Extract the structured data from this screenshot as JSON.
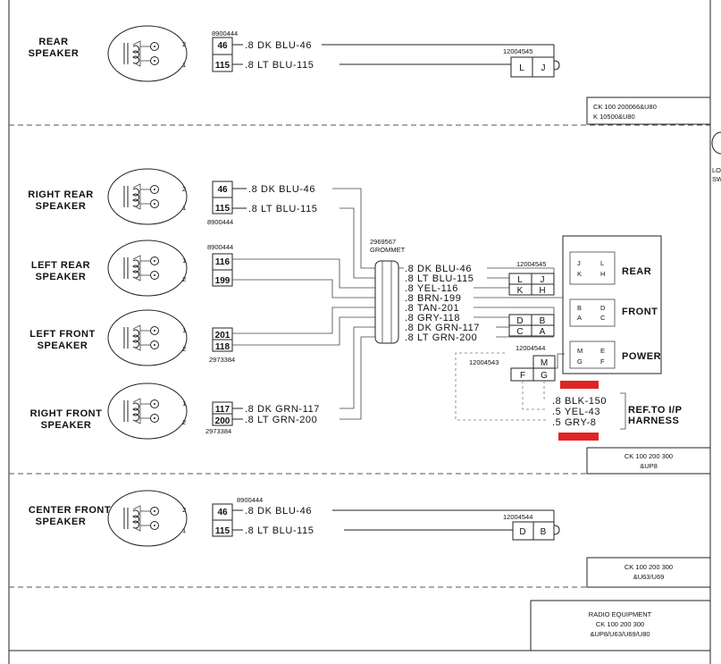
{
  "sections": [
    {
      "speakers": [
        {
          "label_1": "REAR",
          "label_2": "SPEAKER"
        }
      ],
      "part_numbers": [
        "8900444",
        "12004545"
      ],
      "wires": [
        {
          "circuit": "46",
          "label": ".8 DK BLU-46"
        },
        {
          "circuit": "115",
          "label": ".8 LT BLU-115"
        }
      ],
      "pins": [
        "L",
        "J"
      ],
      "terminal_numbers": [
        "2",
        "1"
      ],
      "config_lines": [
        "CK 100 200066&U80",
        "K 10500&U80"
      ]
    },
    {
      "speakers": [
        {
          "label_1": "RIGHT REAR",
          "label_2": "SPEAKER"
        },
        {
          "label_1": "LEFT REAR",
          "label_2": "SPEAKER"
        },
        {
          "label_1": "LEFT FRONT",
          "label_2": "SPEAKER"
        },
        {
          "label_1": "RIGHT FRONT",
          "label_2": "SPEAKER"
        }
      ],
      "part_numbers": [
        "8900444",
        "8900444",
        "2973384",
        "2973384",
        "2969567",
        "GROMMET",
        "12004545",
        "12004544",
        "12004543"
      ],
      "circuits": [
        "46",
        "115",
        "116",
        "199",
        "201",
        "118",
        "117",
        "200"
      ],
      "wires_left": [
        ".8 DK BLU-46",
        ".8 LT BLU-115",
        ".8 DK GRN-117",
        ".8 LT GRN-200"
      ],
      "bundle_wires": [
        ".8 DK BLU-46",
        ".8 LT BLU-115",
        ".8 YEL-116",
        ".8 BRN-199",
        ".8 TAN-201",
        ".8 GRY-118",
        ".8 DK GRN-117",
        ".8 LT GRN-200"
      ],
      "pins": [
        "L",
        "J",
        "K",
        "H",
        "D",
        "B",
        "C",
        "A",
        "M",
        "F",
        "G"
      ],
      "terminal_numbers": [
        "2",
        "1",
        "1",
        "2",
        "1",
        "2",
        "1",
        "2"
      ],
      "radio_groups": [
        "REAR",
        "FRONT",
        "POWER"
      ],
      "radio_pins": [
        "J",
        "L",
        "K",
        "H",
        "B",
        "D",
        "A",
        "C",
        "M",
        "E",
        "G",
        "F"
      ],
      "ip_wires": [
        ".8 BLK-150",
        ".5 YEL-43",
        ".5 GRY-8"
      ],
      "ref_label_1": "REF.TO I/P",
      "ref_label_2": "HARNESS",
      "config_lines": [
        "CK 100 200 300",
        "&UP8"
      ],
      "edge_text": [
        "LO",
        "SW"
      ],
      "highlight_color": "#e02424"
    },
    {
      "speakers": [
        {
          "label_1": "CENTER FRONT",
          "label_2": "SPEAKER"
        }
      ],
      "part_numbers": [
        "8900444",
        "12004544"
      ],
      "wires": [
        {
          "circuit": "46",
          "label": ".8 DK BLU-46"
        },
        {
          "circuit": "115",
          "label": ".8 LT BLU-115"
        }
      ],
      "pins": [
        "D",
        "B"
      ],
      "terminal_numbers": [
        "2",
        "1"
      ],
      "config_lines": [
        "CK 100 200 300",
        "&U63/U69"
      ]
    }
  ],
  "title_block": [
    "RADIO EQUIPMENT",
    "CK 100 200 300",
    "&UP8/U63/U69/U80"
  ]
}
